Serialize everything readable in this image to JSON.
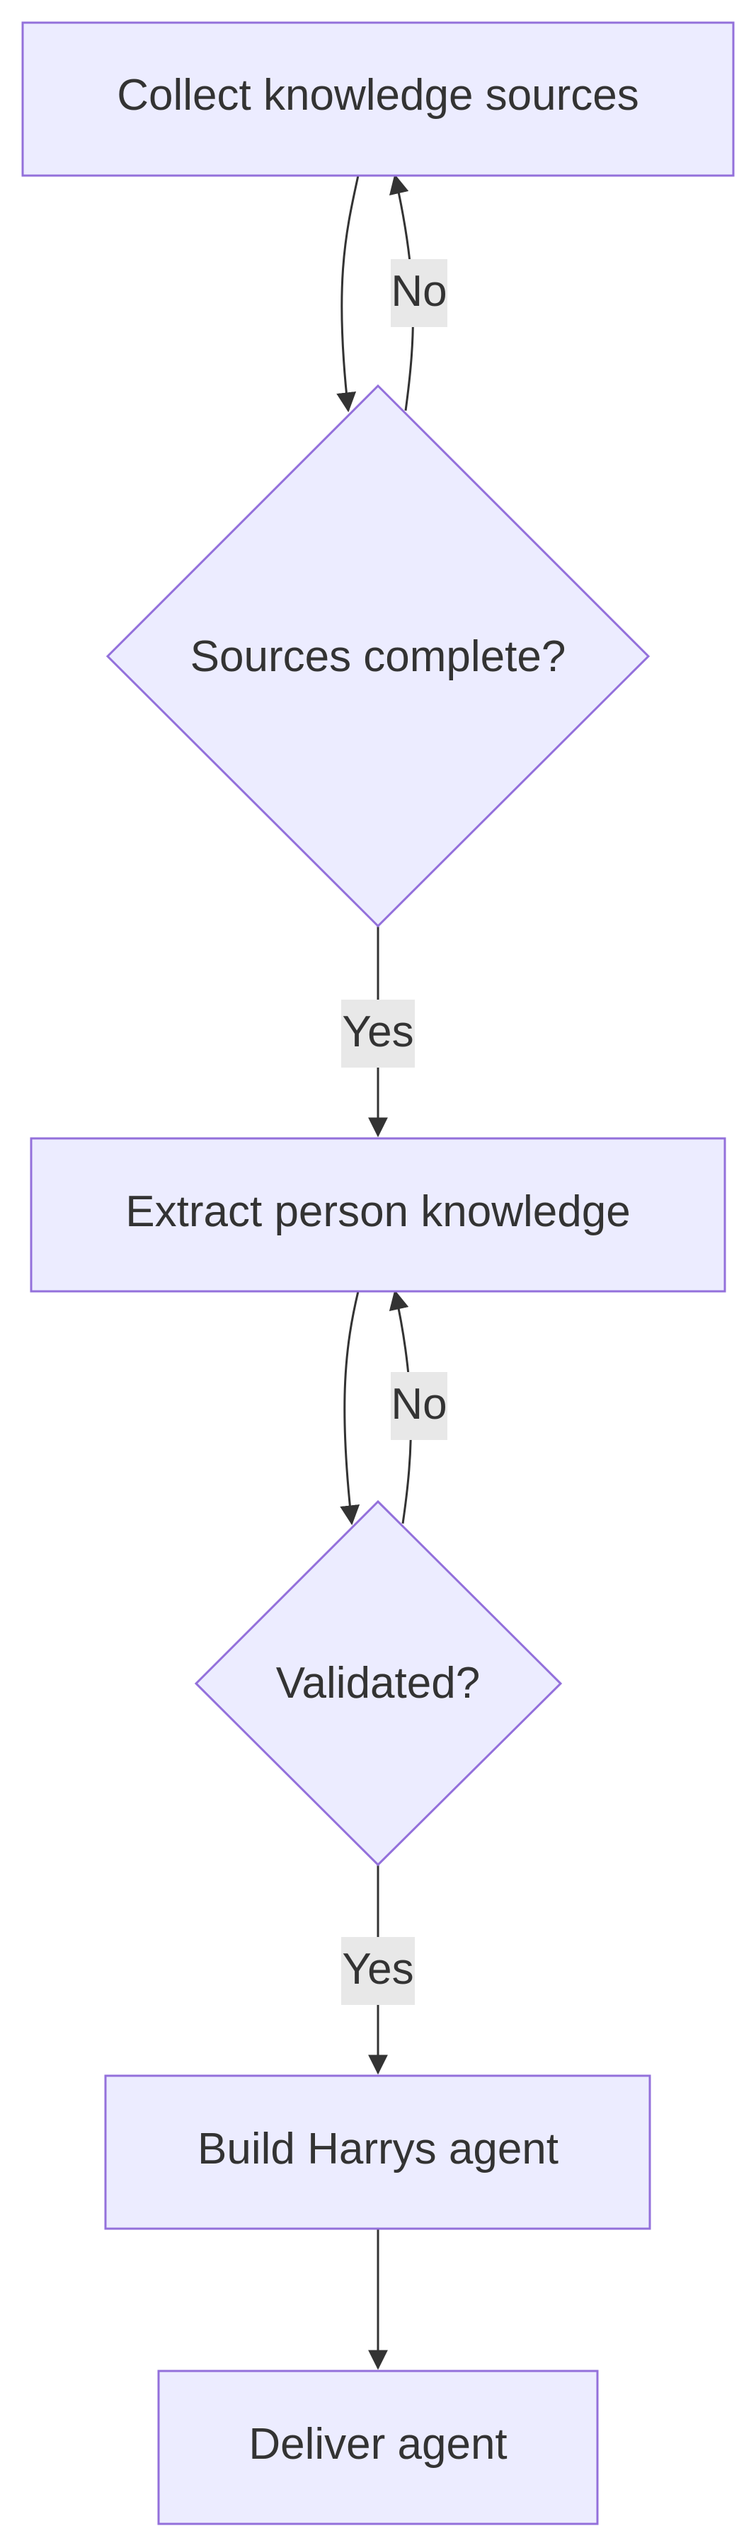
{
  "colors": {
    "node_fill": "#ececff",
    "node_stroke": "#9370db",
    "text": "#333333",
    "edge": "#333333",
    "edge_label_bg": "#e8e8e8"
  },
  "nodes": {
    "collect": {
      "label": "Collect knowledge sources"
    },
    "sources_complete": {
      "label": "Sources complete?"
    },
    "extract": {
      "label": "Extract person knowledge"
    },
    "validated": {
      "label": "Validated?"
    },
    "build": {
      "label": "Build Harrys agent"
    },
    "deliver": {
      "label": "Deliver agent"
    }
  },
  "edges": {
    "sources_no": {
      "label": "No"
    },
    "sources_yes": {
      "label": "Yes"
    },
    "validated_no": {
      "label": "No"
    },
    "validated_yes": {
      "label": "Yes"
    }
  }
}
